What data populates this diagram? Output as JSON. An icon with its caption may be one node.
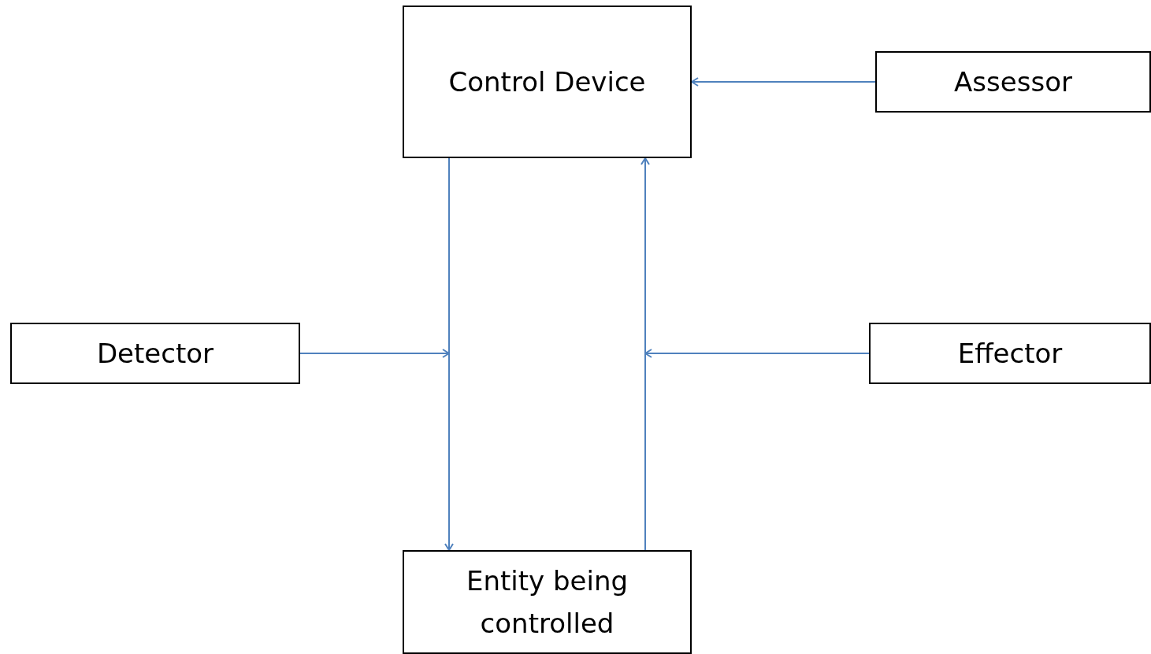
{
  "diagram": {
    "nodes": [
      {
        "text": [
          "Control Device"
        ]
      },
      {
        "text": [
          "Assessor"
        ]
      },
      {
        "text": [
          "Detector"
        ]
      },
      {
        "text": [
          "Effector"
        ]
      },
      {
        "text": [
          "Entity being controlled"
        ]
      }
    ],
    "edges": [
      {
        "from": 1,
        "to": 0,
        "arrow": "to"
      },
      {
        "from": 0,
        "to": 4,
        "arrow": "to"
      },
      {
        "from": 4,
        "to": 0,
        "arrow": "to"
      },
      {
        "from": 2,
        "to": null,
        "arrow": "to"
      },
      {
        "from": 3,
        "to": null,
        "arrow": "to"
      }
    ]
  }
}
